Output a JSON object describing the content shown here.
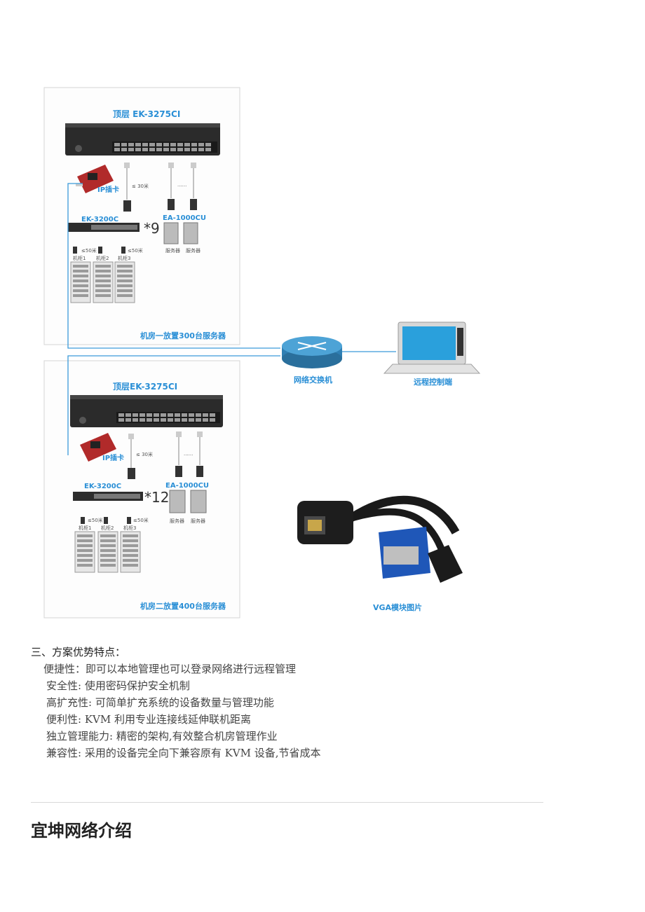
{
  "room1": {
    "top_label": "顶层 EK-3275CI",
    "ip_card": "IP插卡",
    "dist_30": "≤ 30米",
    "dots": "......",
    "ek_label": "EK-3200C",
    "multiplier": "*9",
    "ea_label": "EA-1000CU",
    "dist_50": "≤50米",
    "cabinets": [
      "机柜1",
      "机柜2",
      "机柜3"
    ],
    "servers": [
      "服务器",
      "服务器"
    ],
    "caption": "机房一放置300台服务器"
  },
  "room2": {
    "top_label": "顶层EK-3275CI",
    "ip_card": "IP插卡",
    "dist_30": "≤ 30米",
    "dots": "......",
    "ek_label": "EK-3200C",
    "multiplier": "*12",
    "ea_label": "EA-1000CU",
    "dist_50": "≤50米",
    "cabinets": [
      "机柜1",
      "机柜2",
      "机柜3"
    ],
    "servers": [
      "服务器",
      "服务器"
    ],
    "caption": "机房二放置400台服务器"
  },
  "network": {
    "switch_label": "网络交换机",
    "remote_label": "远程控制端",
    "vga_label": "VGA模块图片"
  },
  "section": {
    "heading": "三、方案优势特点：",
    "features": [
      "便捷性：即可以本地管理也可以登录网络进行远程管理",
      "安全性: 使用密码保护安全机制",
      "高扩充性: 可简单扩充系统的设备数量与管理功能",
      "便利性: KVM 利用专业连接线延伸联机距离",
      "独立管理能力: 精密的架构,有效整合机房管理作业",
      "兼容性: 采用的设备完全向下兼容原有 KVM 设备,节省成本"
    ]
  },
  "footer": {
    "title": "宜坤网络介绍"
  },
  "colors": {
    "accent_blue": "#2a8fd6",
    "line_blue": "#3a9ad9"
  }
}
